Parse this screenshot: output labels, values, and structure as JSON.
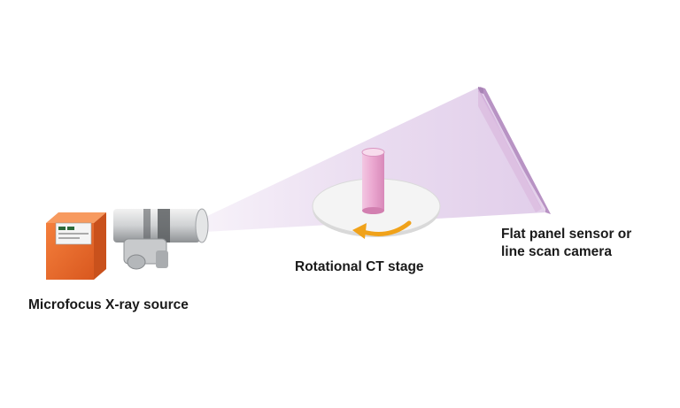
{
  "labels": {
    "source": "Microfocus X-ray source",
    "stage": "Rotational CT stage",
    "sensor_line1": "Flat panel sensor or",
    "sensor_line2": "line scan camera"
  },
  "colors": {
    "beam": "#c9a6d9",
    "source_body": "#ee6f2d",
    "rotation_arrow": "#f0a21a",
    "sample": "#ecadd4",
    "detector": "#dcbde0"
  },
  "icons": {
    "source": "xray-source-icon",
    "stage": "rotation-stage-icon",
    "sample": "cylinder-sample-icon",
    "detector": "flat-panel-detector-icon"
  }
}
